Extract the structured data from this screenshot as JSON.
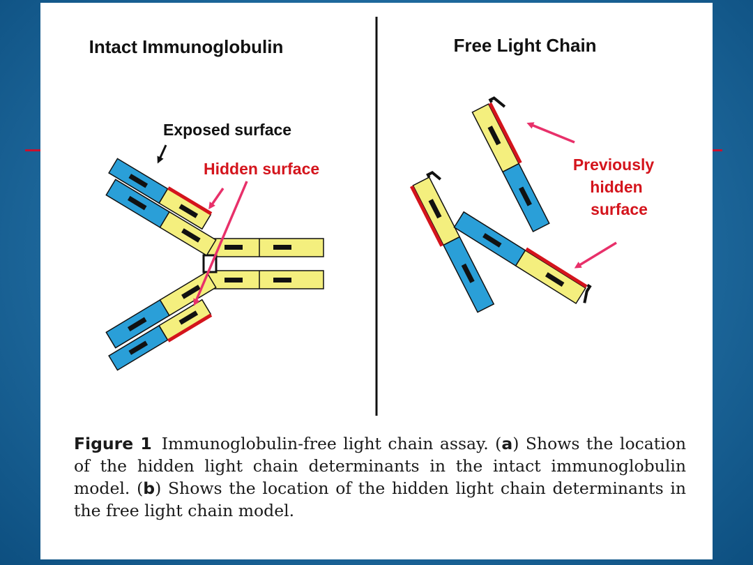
{
  "left_panel": {
    "title": "Intact Immunoglobulin",
    "exposed_label": "Exposed surface",
    "hidden_label": "Hidden surface"
  },
  "right_panel": {
    "title": "Free Light Chain",
    "previously_hidden_label": [
      "Previously",
      "hidden",
      "surface"
    ]
  },
  "caption": {
    "figure_label": "Figure 1",
    "text_1": "Immunoglobulin-free light chain assay. (",
    "a": "a",
    "text_2": ") Shows the location of the hidden light chain determinants in the intact immunoglobulin model. (",
    "b": "b",
    "text_3": ") Shows the location of the hidden light chain determinants in the free light chain model."
  },
  "colors": {
    "blue_domain": "#2a9fd8",
    "yellow_domain": "#f4ef7e",
    "hidden_surface": "#d4141c",
    "arrow": "#e8306a",
    "hidden_label": "#d4141c"
  }
}
